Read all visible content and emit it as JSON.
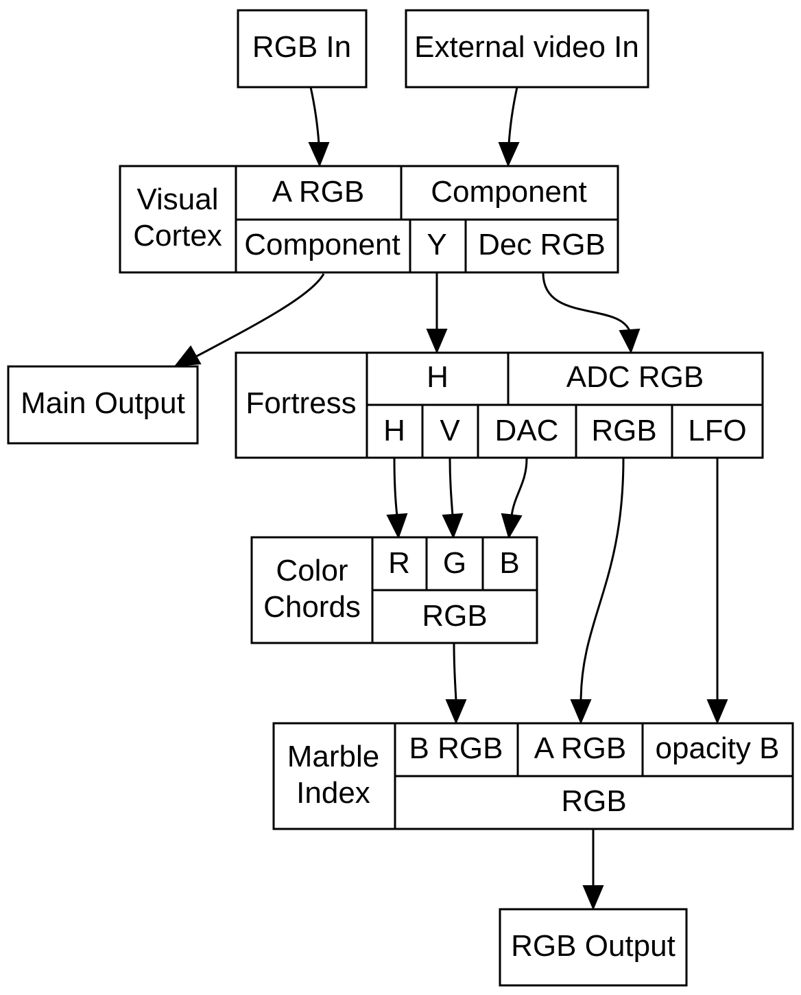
{
  "nodes": {
    "rgb_in": {
      "label": "RGB In"
    },
    "external_video_in": {
      "label": "External video In"
    },
    "visual_cortex": {
      "title": [
        "Visual",
        "Cortex"
      ],
      "in_a_rgb": "A RGB",
      "in_component": "Component",
      "out_component": "Component",
      "out_y": "Y",
      "out_dec_rgb": "Dec RGB"
    },
    "main_output": {
      "label": "Main Output"
    },
    "fortress": {
      "title": "Fortress",
      "in_h": "H",
      "in_adc_rgb": "ADC RGB",
      "out_h": "H",
      "out_v": "V",
      "out_dac": "DAC",
      "out_rgb": "RGB",
      "out_lfo": "LFO"
    },
    "color_chords": {
      "title": [
        "Color",
        "Chords"
      ],
      "in_r": "R",
      "in_g": "G",
      "in_b": "B",
      "out_rgb": "RGB"
    },
    "marble_index": {
      "title": [
        "Marble",
        "Index"
      ],
      "in_b_rgb": "B RGB",
      "in_a_rgb": "A RGB",
      "in_opacity_b": "opacity B",
      "out_rgb": "RGB"
    },
    "rgb_output": {
      "label": "RGB Output"
    }
  },
  "edges": [
    {
      "from": "RGB In",
      "to": "Visual Cortex: A RGB"
    },
    {
      "from": "External video In",
      "to": "Visual Cortex: Component"
    },
    {
      "from": "Visual Cortex: Component",
      "to": "Main Output"
    },
    {
      "from": "Visual Cortex: Y",
      "to": "Fortress: H"
    },
    {
      "from": "Visual Cortex: Dec RGB",
      "to": "Fortress: ADC RGB"
    },
    {
      "from": "Fortress: H",
      "to": "Color Chords: R"
    },
    {
      "from": "Fortress: V",
      "to": "Color Chords: G"
    },
    {
      "from": "Fortress: DAC",
      "to": "Color Chords: B"
    },
    {
      "from": "Fortress: RGB",
      "to": "Marble Index: A RGB"
    },
    {
      "from": "Fortress: LFO",
      "to": "Marble Index: opacity B"
    },
    {
      "from": "Color Chords: RGB",
      "to": "Marble Index: B RGB"
    },
    {
      "from": "Marble Index: RGB",
      "to": "RGB Output"
    }
  ]
}
